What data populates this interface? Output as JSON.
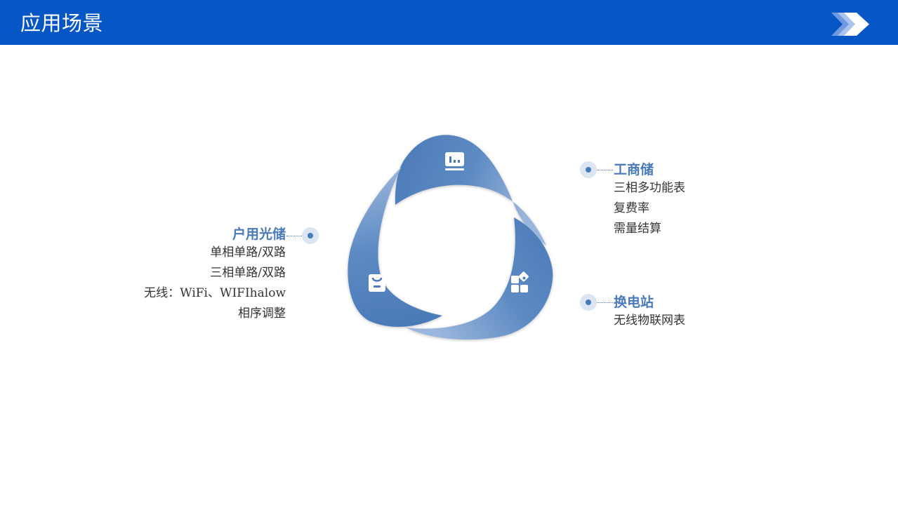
{
  "header": {
    "title": "应用场景",
    "background_color": "#0656c6",
    "decoration_icon": "double-chevron-right-icon"
  },
  "diagram": {
    "type": "three-segment-cycle",
    "segment_color": "#4a7ab8",
    "segments": [
      {
        "position": "top",
        "icon": "monitor-chart-icon"
      },
      {
        "position": "bottom-left",
        "icon": "bag-icon"
      },
      {
        "position": "bottom-right",
        "icon": "apps-grid-icon"
      }
    ]
  },
  "scenarios": [
    {
      "side": "left",
      "title": "户用光储",
      "lines": [
        "单相单路/双路",
        "三相单路/双路",
        "无线：WiFi、WIFIhalow",
        "相序调整"
      ]
    },
    {
      "side": "right",
      "title": "工商储",
      "lines": [
        "三相多功能表",
        "复费率",
        "需量结算"
      ]
    },
    {
      "side": "right",
      "title": "换电站",
      "lines": [
        "无线物联网表"
      ]
    }
  ]
}
